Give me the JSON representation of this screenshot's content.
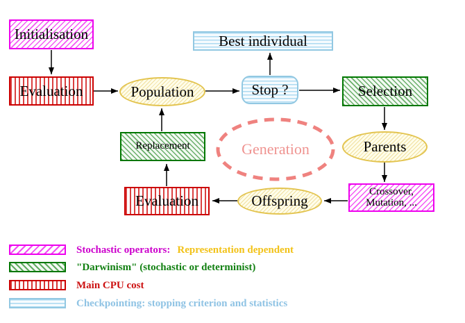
{
  "nodes": {
    "initialisation": {
      "label": "Initialisation"
    },
    "evaluation_top": {
      "label": "Evaluation"
    },
    "population": {
      "label": "Population"
    },
    "best_individual": {
      "label": "Best individual"
    },
    "stop": {
      "label": "Stop ?"
    },
    "selection": {
      "label": "Selection"
    },
    "replacement": {
      "label": "Replacement"
    },
    "generation": {
      "label": "Generation"
    },
    "parents": {
      "label": "Parents"
    },
    "crossover_mutation": {
      "line1": "Crossover,",
      "line2": "Mutation, ..."
    },
    "offspring": {
      "label": "Offspring"
    },
    "evaluation_bottom": {
      "label": "Evaluation"
    }
  },
  "legend": {
    "items": [
      {
        "pattern": "magenta-diagonal-hatch",
        "text1": "Stochastic operators:",
        "text1_color": "#cc00cc",
        "text2": "Representation dependent",
        "text2_color": "#f2c218"
      },
      {
        "pattern": "green-diagonal-hatch",
        "text1": "\"Darwinism\" (stochastic or determinist)",
        "text1_color": "#128012"
      },
      {
        "pattern": "red-vertical-stripes",
        "text1": "Main CPU cost",
        "text1_color": "#cc1111"
      },
      {
        "pattern": "cyan-horizontal-lines",
        "text1": "Checkpointing: stopping criterion and statistics",
        "text1_color": "#8fc3e4"
      }
    ]
  },
  "colors": {
    "magenta": "#ee00ee",
    "red": "#cc0000",
    "green": "#007700",
    "yellow_border": "#e3c44f",
    "yellow_fill": "#fffdea",
    "cyan_border": "#92c8e2",
    "salmon": "#ef827f",
    "arrow": "#000000",
    "background": "#ffffff"
  }
}
